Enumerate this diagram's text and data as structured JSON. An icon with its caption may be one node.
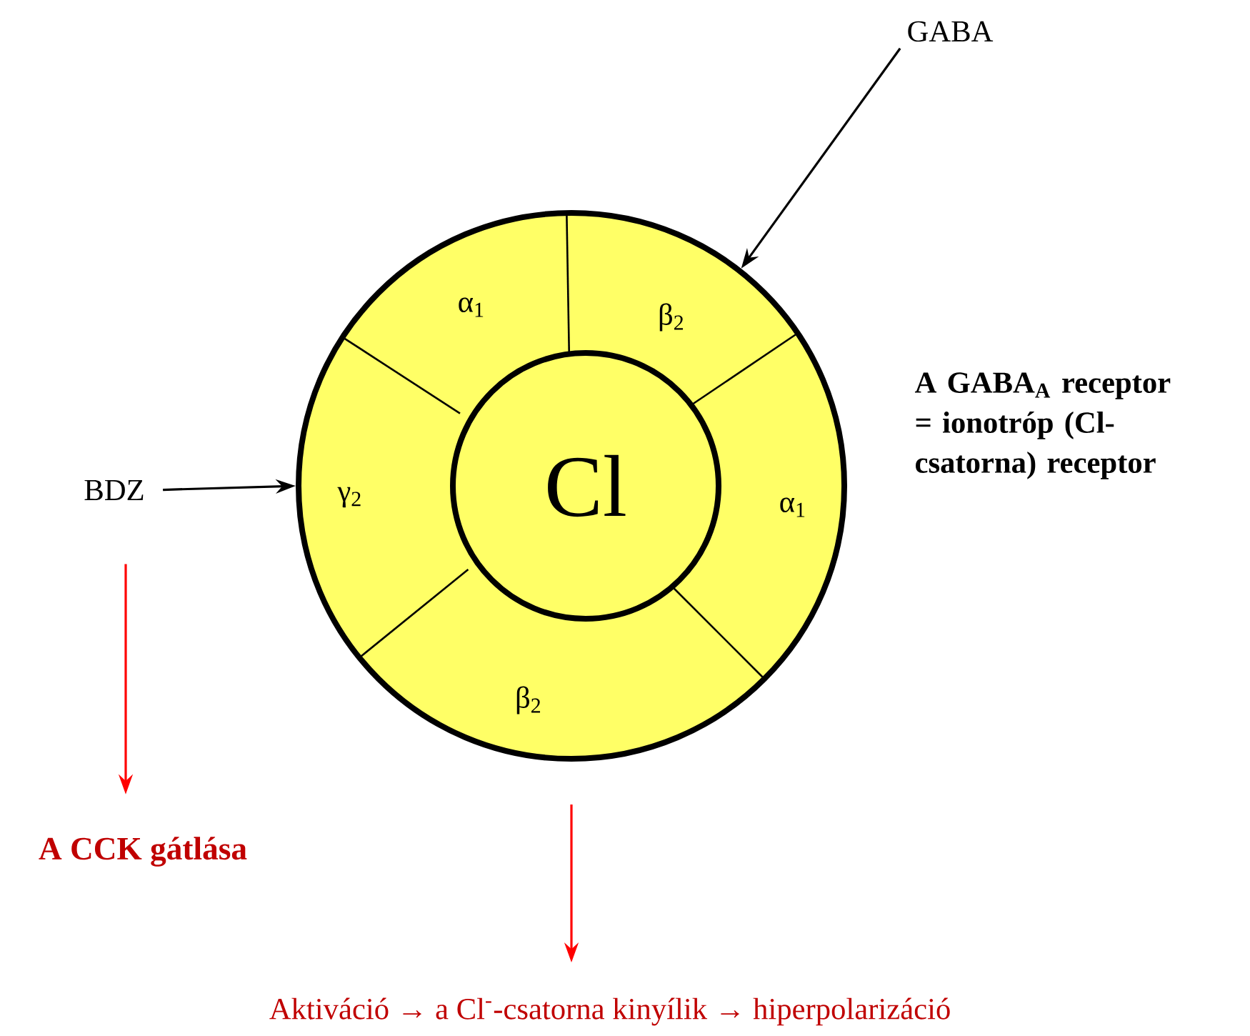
{
  "diagram": {
    "nodes": [
      {
        "text": [
          "GABA"
        ]
      },
      {
        "text": [],
        "shape": "circle"
      },
      {
        "text": [
          "Cl"
        ],
        "in": 1
      },
      {
        "text": [
          "BDZ"
        ]
      },
      {
        "text": [
          "A CCK gátlása"
        ]
      },
      {
        "text": [
          "Aktiváció → a Cl$^{-}$-csatorna kinyílik → hiperpolarizáció"
        ]
      }
    ],
    "edges": [
      {
        "from": 0,
        "to": 1,
        "arrow": "to"
      },
      {
        "from": 3,
        "to": 1,
        "arrow": "to"
      },
      {
        "from": 3,
        "to": 4,
        "arrow": "to",
        "color": "#ff0000"
      },
      {
        "from": 1,
        "to": 5,
        "arrow": "to",
        "color": "#ff0000"
      }
    ],
    "labels": [
      "α$_{1}$",
      "β$_{2}$",
      "A GABA$_{A}$ receptor = ionotróp (Cl- csatorna) receptor",
      "γ$_{2}$",
      "α$_{1}$",
      "β$_{2}$"
    ]
  }
}
